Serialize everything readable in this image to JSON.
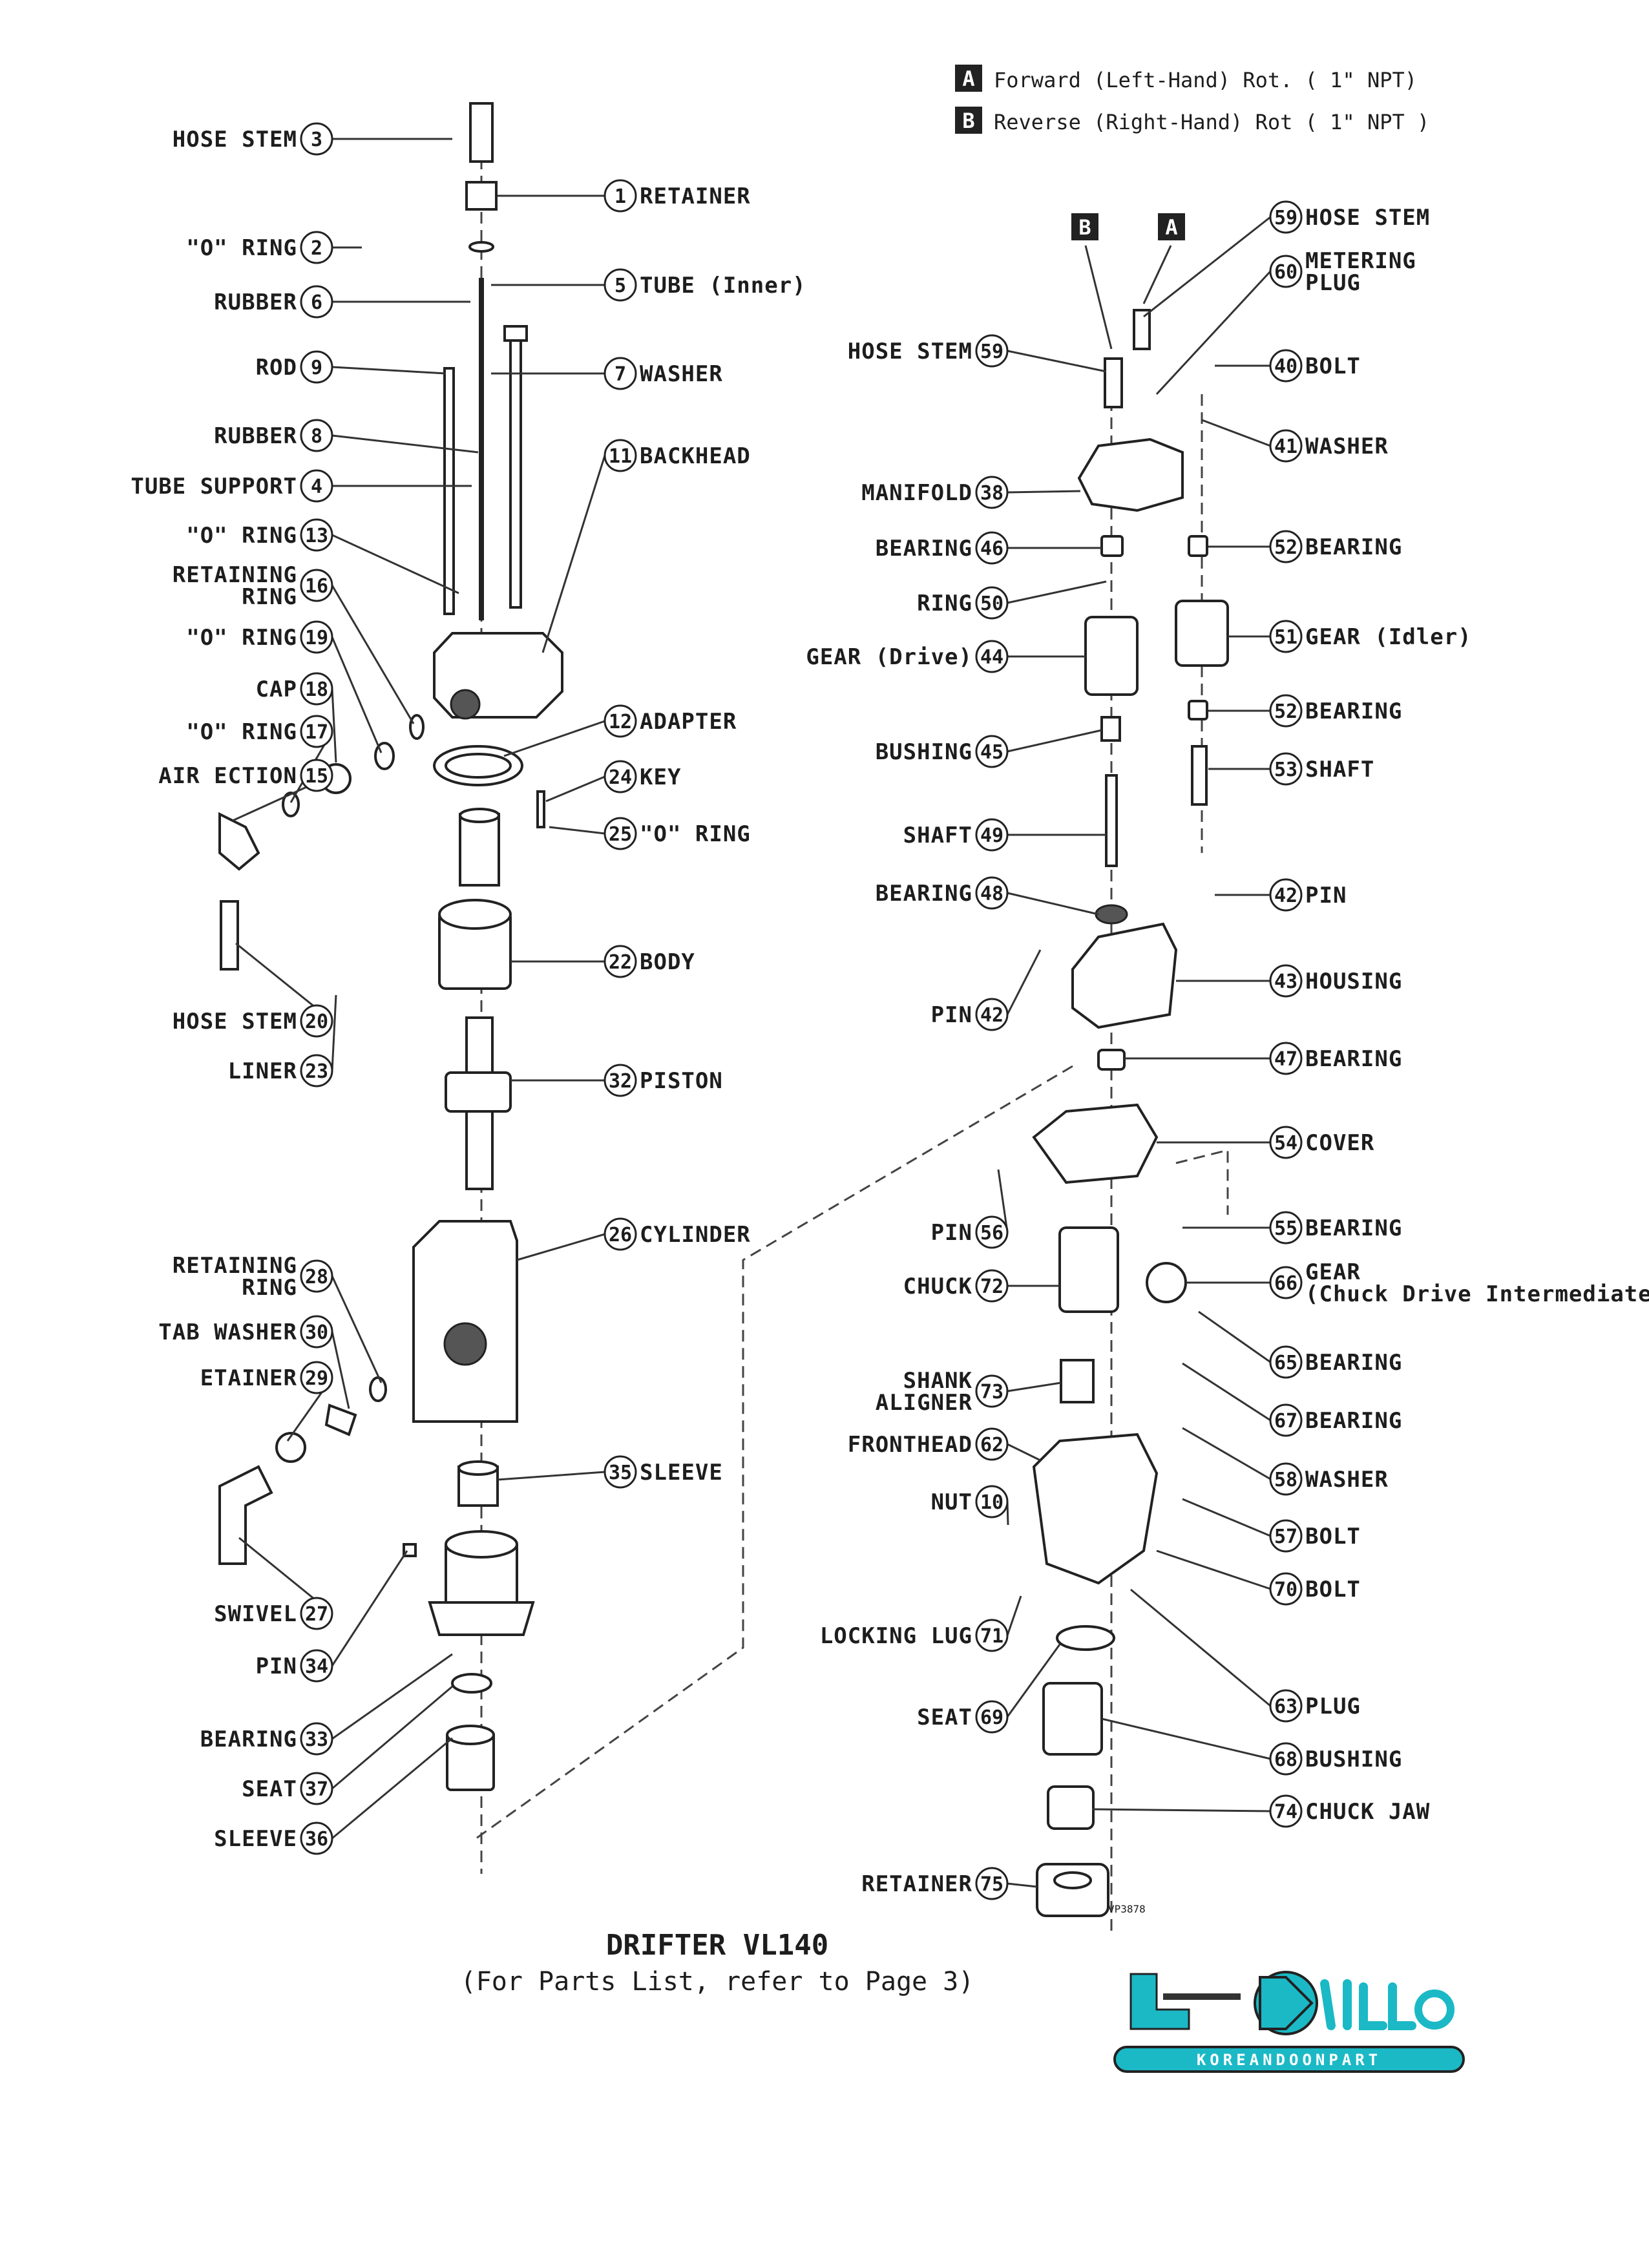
{
  "legend": [
    {
      "tag": "A",
      "text": "Forward (Left-Hand) Rot. ( 1\" NPT)"
    },
    {
      "tag": "B",
      "text": "Reverse (Right-Hand) Rot ( 1\" NPT )"
    }
  ],
  "title": "DRIFTER VL140",
  "subtitle": "(For Parts List, refer to Page 3)",
  "logo": {
    "text": "KOREANDOONPART"
  },
  "watermark_code": "VP3878",
  "left_labels": [
    {
      "num": "3",
      "text": "HOSE STEM"
    },
    {
      "num": "2",
      "text": "\"O\" RING"
    },
    {
      "num": "6",
      "text": "RUBBER"
    },
    {
      "num": "9",
      "text": "ROD"
    },
    {
      "num": "8",
      "text": "RUBBER"
    },
    {
      "num": "4",
      "text": "TUBE SUPPORT"
    },
    {
      "num": "13",
      "text": "\"O\" RING"
    },
    {
      "num": "16",
      "text": "RETAINING RING"
    },
    {
      "num": "19",
      "text": "\"O\" RING"
    },
    {
      "num": "18",
      "text": "CAP"
    },
    {
      "num": "17",
      "text": "\"O\" RING"
    },
    {
      "num": "15",
      "text": "AIR ECTION"
    },
    {
      "num": "20",
      "text": "HOSE STEM"
    },
    {
      "num": "23",
      "text": "LINER"
    },
    {
      "num": "28",
      "text": "RETAINING RING"
    },
    {
      "num": "30",
      "text": "TAB WASHER"
    },
    {
      "num": "29",
      "text": "ETAINER"
    },
    {
      "num": "27",
      "text": "SWIVEL"
    },
    {
      "num": "34",
      "text": "PIN"
    },
    {
      "num": "33",
      "text": "BEARING"
    },
    {
      "num": "37",
      "text": "SEAT"
    },
    {
      "num": "36",
      "text": "SLEEVE"
    }
  ],
  "center_labels": [
    {
      "num": "1",
      "text": "RETAINER"
    },
    {
      "num": "5",
      "text": "TUBE (Inner)"
    },
    {
      "num": "7",
      "text": "WASHER"
    },
    {
      "num": "11",
      "text": "BACKHEAD"
    },
    {
      "num": "12",
      "text": "ADAPTER"
    },
    {
      "num": "24",
      "text": "KEY"
    },
    {
      "num": "25",
      "text": "\"O\" RING"
    },
    {
      "num": "22",
      "text": "BODY"
    },
    {
      "num": "32",
      "text": "PISTON"
    },
    {
      "num": "26",
      "text": "CYLINDER"
    },
    {
      "num": "35",
      "text": "SLEEVE"
    }
  ],
  "right_left_labels": [
    {
      "num": "59",
      "text": "HOSE STEM"
    },
    {
      "num": "38",
      "text": "MANIFOLD"
    },
    {
      "num": "46",
      "text": "BEARING"
    },
    {
      "num": "50",
      "text": "RING"
    },
    {
      "num": "44",
      "text": "GEAR (Drive)"
    },
    {
      "num": "45",
      "text": "BUSHING"
    },
    {
      "num": "49",
      "text": "SHAFT"
    },
    {
      "num": "48",
      "text": "BEARING"
    },
    {
      "num": "42",
      "text": "PIN"
    },
    {
      "num": "56",
      "text": "PIN"
    },
    {
      "num": "72",
      "text": "CHUCK"
    },
    {
      "num": "73",
      "text": "SHANK ALIGNER"
    },
    {
      "num": "62",
      "text": "FRONTHEAD"
    },
    {
      "num": "10",
      "text": "NUT"
    },
    {
      "num": "71",
      "text": "LOCKING LUG"
    },
    {
      "num": "69",
      "text": "SEAT"
    },
    {
      "num": "75",
      "text": "RETAINER"
    }
  ],
  "right_right_labels": [
    {
      "num": "59",
      "text": "HOSE STEM"
    },
    {
      "num": "60",
      "text": "METERING PLUG"
    },
    {
      "num": "40",
      "text": "BOLT"
    },
    {
      "num": "41",
      "text": "WASHER"
    },
    {
      "num": "52",
      "text": "BEARING"
    },
    {
      "num": "51",
      "text": "GEAR (Idler)"
    },
    {
      "num": "52",
      "text": "BEARING"
    },
    {
      "num": "53",
      "text": "SHAFT"
    },
    {
      "num": "42",
      "text": "PIN"
    },
    {
      "num": "43",
      "text": "HOUSING"
    },
    {
      "num": "47",
      "text": "BEARING"
    },
    {
      "num": "54",
      "text": "COVER"
    },
    {
      "num": "55",
      "text": "BEARING"
    },
    {
      "num": "66",
      "text": "GEAR (Chuck Drive Intermediate"
    },
    {
      "num": "65",
      "text": "BEARING"
    },
    {
      "num": "67",
      "text": "BEARING"
    },
    {
      "num": "58",
      "text": "WASHER"
    },
    {
      "num": "57",
      "text": "BOLT"
    },
    {
      "num": "70",
      "text": "BOLT"
    },
    {
      "num": "63",
      "text": "PLUG"
    },
    {
      "num": "68",
      "text": "BUSHING"
    },
    {
      "num": "74",
      "text": "CHUCK JAW"
    }
  ],
  "tags": {
    "a": "A",
    "b": "B"
  }
}
